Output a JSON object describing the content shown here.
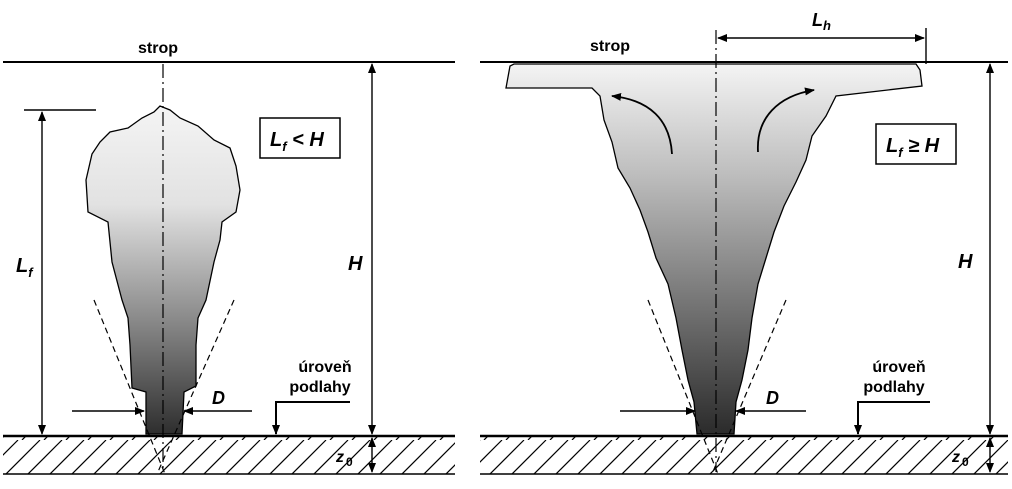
{
  "left_panel": {
    "ceiling_label": "strop",
    "condition_main": "L",
    "condition_sub": "f",
    "condition_rel": " < H",
    "flame_height_main": "L",
    "flame_height_sub": "f",
    "room_height_label": "H",
    "diameter_label": "D",
    "floor_label_1": "úroveň",
    "floor_label_2": "podlahy",
    "z0_main": "z",
    "z0_sub": "0"
  },
  "right_panel": {
    "ceiling_label": "strop",
    "condition_main": "L",
    "condition_sub": "f",
    "condition_rel": " ≥ H",
    "horizontal_length_main": "L",
    "horizontal_length_sub": "h",
    "room_height_label": "H",
    "diameter_label": "D",
    "floor_label_1": "úroveň",
    "floor_label_2": "podlahy",
    "z0_main": "z",
    "z0_sub": "0"
  }
}
